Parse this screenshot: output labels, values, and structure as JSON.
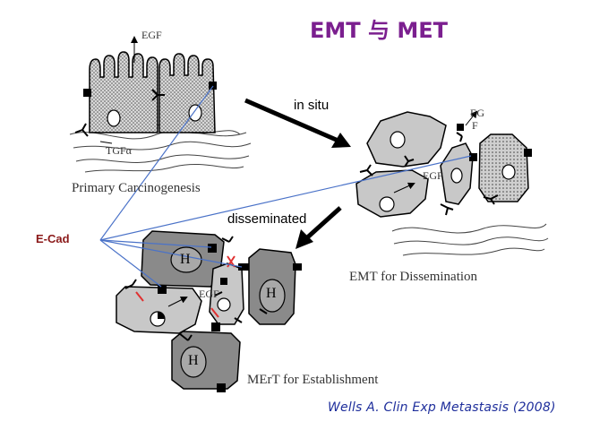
{
  "title": "EMT 与 MET",
  "labels": {
    "egf_top": "EGF",
    "tgfa": "TGFα",
    "primary": "Primary Carcinogenesis",
    "in_situ": "in situ",
    "eg": "EG",
    "f": "F",
    "egf_emt": "EGF",
    "emt_dissem": "EMT for Dissemination",
    "disseminated": "disseminated",
    "egf_met": "EGF",
    "met_establish": "MErT for Establishment",
    "ecad": "E-Cad",
    "h1": "H",
    "h2": "H",
    "h3": "H"
  },
  "citation": "Wells A. Clin Exp Metastasis (2008)",
  "colors": {
    "title": "#7b1f8f",
    "ecad": "#8b1a1a",
    "citation": "#1f2f9c",
    "connector": "#4a72c8",
    "cell_fill": "#c8c8c8",
    "cell_dark": "#8a8a8a",
    "cut_mark": "#e03030"
  }
}
